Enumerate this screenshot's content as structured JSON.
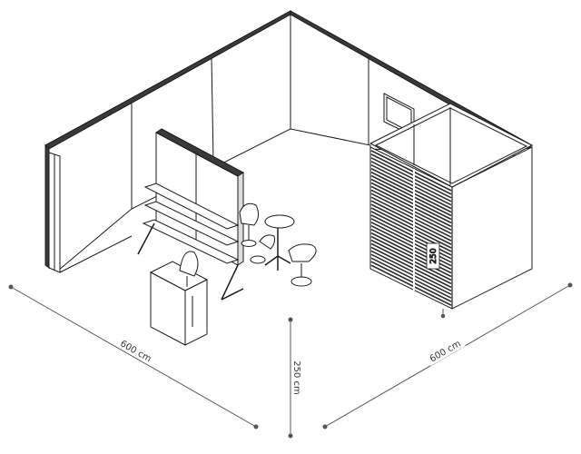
{
  "dimensions": {
    "left_width": "600 cm",
    "right_width": "600 cm",
    "height": "250 cm",
    "partition_height": "250"
  },
  "colors": {
    "line": "#1a1a1a",
    "wall_face": "#ffffff",
    "wall_edge": "#3a3a3a",
    "dimension_line": "#555555",
    "label_bg": "#ffffff",
    "slat_fill": "#2b2b2b"
  }
}
